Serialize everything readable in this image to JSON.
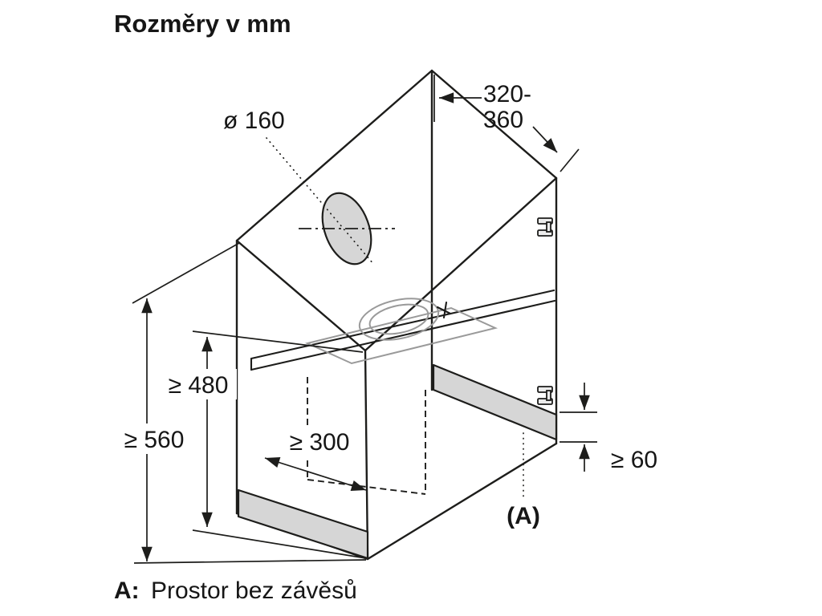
{
  "title": "Rozměry v mm",
  "dimensions": {
    "duct_diameter": "ø 160",
    "depth_range": [
      "320-",
      "360"
    ],
    "total_height": "≥ 560",
    "inner_height": "≥ 480",
    "inner_depth": "≥ 300",
    "hinge_clearance": "≥ 60",
    "hinge_area": "(A)"
  },
  "footnote": {
    "label": "A:",
    "text": "Prostor bez závěsů"
  },
  "colors": {
    "line": "#1d1d1b",
    "panel_gray": "#d6d6d6",
    "detail_gray": "#9a9a9a",
    "background": "#ffffff"
  }
}
